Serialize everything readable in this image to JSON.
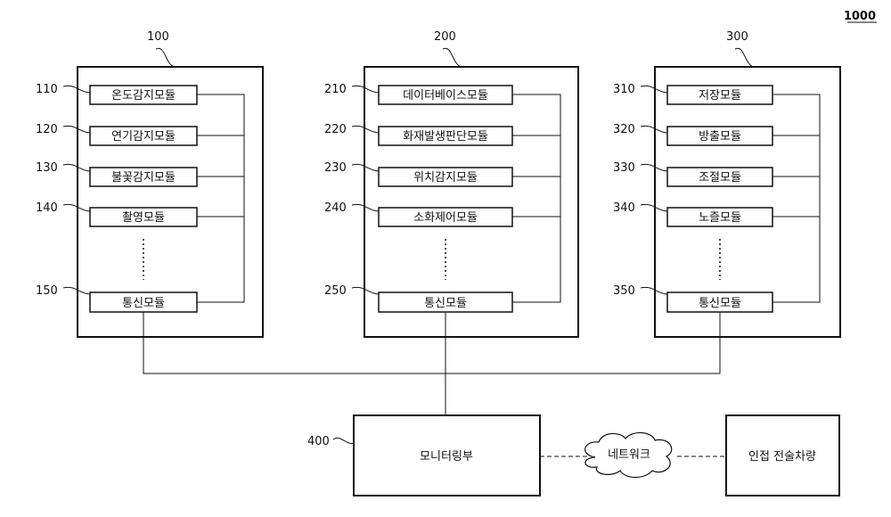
{
  "figure": {
    "number": "1000"
  },
  "systems": [
    {
      "ref": "100",
      "modules": [
        {
          "ref": "110",
          "label": "온도감지모듈"
        },
        {
          "ref": "120",
          "label": "연기감지모듈"
        },
        {
          "ref": "130",
          "label": "불꽃감지모듈"
        },
        {
          "ref": "140",
          "label": "촬영모듈"
        },
        {
          "ref": "150",
          "label": "통신모듈"
        }
      ]
    },
    {
      "ref": "200",
      "modules": [
        {
          "ref": "210",
          "label": "데이터베이스모듈"
        },
        {
          "ref": "220",
          "label": "화재발생판단모듈"
        },
        {
          "ref": "230",
          "label": "위치감지모듈"
        },
        {
          "ref": "240",
          "label": "소화제어모듈"
        },
        {
          "ref": "250",
          "label": "통신모듈"
        }
      ]
    },
    {
      "ref": "300",
      "modules": [
        {
          "ref": "310",
          "label": "저장모듈"
        },
        {
          "ref": "320",
          "label": "방출모듈"
        },
        {
          "ref": "330",
          "label": "조절모듈"
        },
        {
          "ref": "340",
          "label": "노즐모듈"
        },
        {
          "ref": "350",
          "label": "통신모듈"
        }
      ]
    }
  ],
  "monitor": {
    "ref": "400",
    "label": "모니터링부"
  },
  "network": {
    "label": "네트워크"
  },
  "vehicle": {
    "label": "인접 전술차량"
  }
}
